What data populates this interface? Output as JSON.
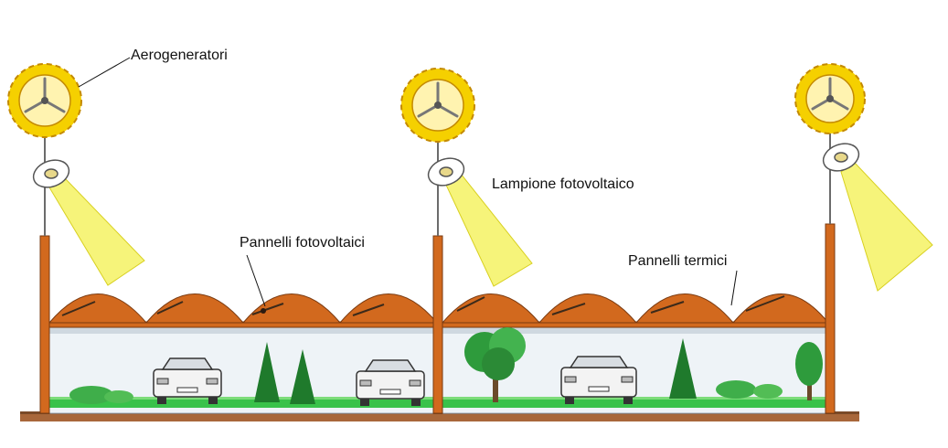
{
  "labels": {
    "aerogeneratori": "Aerogeneratori",
    "lampione": "Lampione fotovoltaico",
    "pannelli_fotovoltaici": "Pannelli fotovoltaici",
    "pannelli_termici": "Pannelli termici"
  },
  "colors": {
    "pole": "#d2691e",
    "pole_dark": "#8b3a10",
    "roof": "#d2691e",
    "sun": "#f5d000",
    "beam": "#f6f47a",
    "ground": "#a8673a",
    "grass": "#39c24a",
    "tree": "#1f7a2c",
    "sky_band": "#eef3f7"
  }
}
